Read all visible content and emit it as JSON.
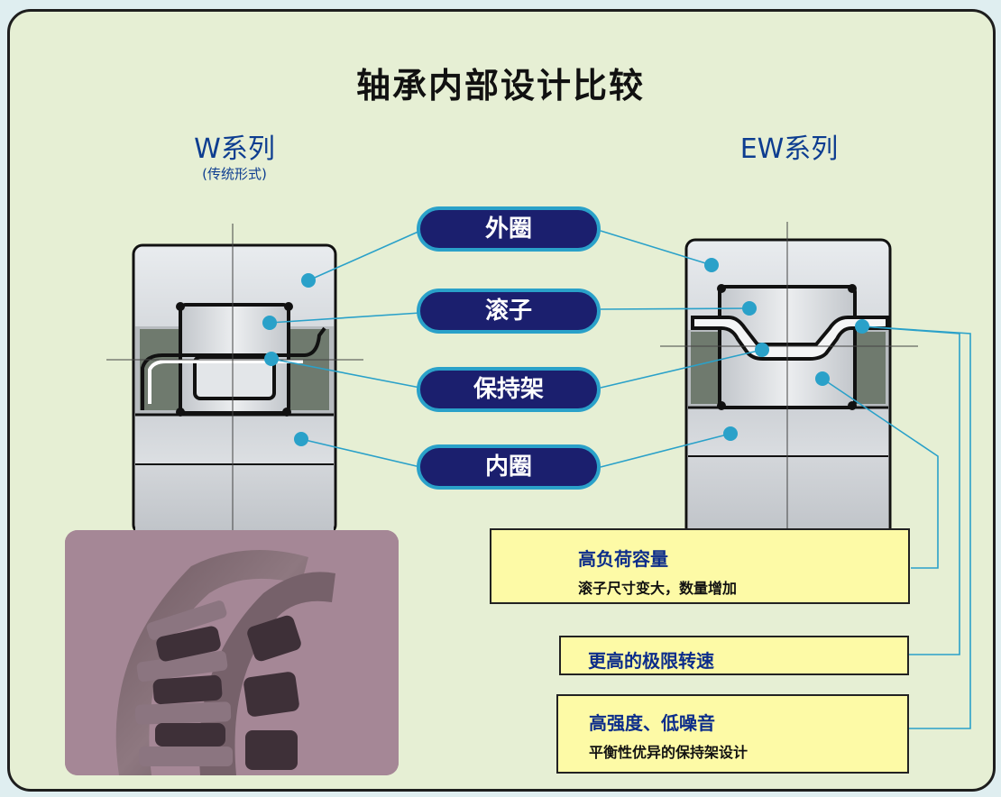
{
  "title": "轴承内部设计比较",
  "left_series": {
    "name": "W系列",
    "note": "(传统形式)"
  },
  "right_series": {
    "name": "EW系列"
  },
  "labels": {
    "outer_ring": "外圈",
    "roller": "滚子",
    "cage": "保持架",
    "inner_ring": "内圈"
  },
  "features": [
    {
      "heading": "高负荷容量",
      "detail": "滚子尺寸变大，数量增加"
    },
    {
      "heading": "更高的极限转速"
    },
    {
      "heading": "高强度、低噪音",
      "detail": "平衡性优异的保持架设计"
    }
  ],
  "colors": {
    "label_fill": "#1b1f6e",
    "label_border": "#2aa1c9",
    "leader_line": "#2aa1c9",
    "feature_box": "#fdfaa6",
    "series_text": "#0d3d90"
  }
}
